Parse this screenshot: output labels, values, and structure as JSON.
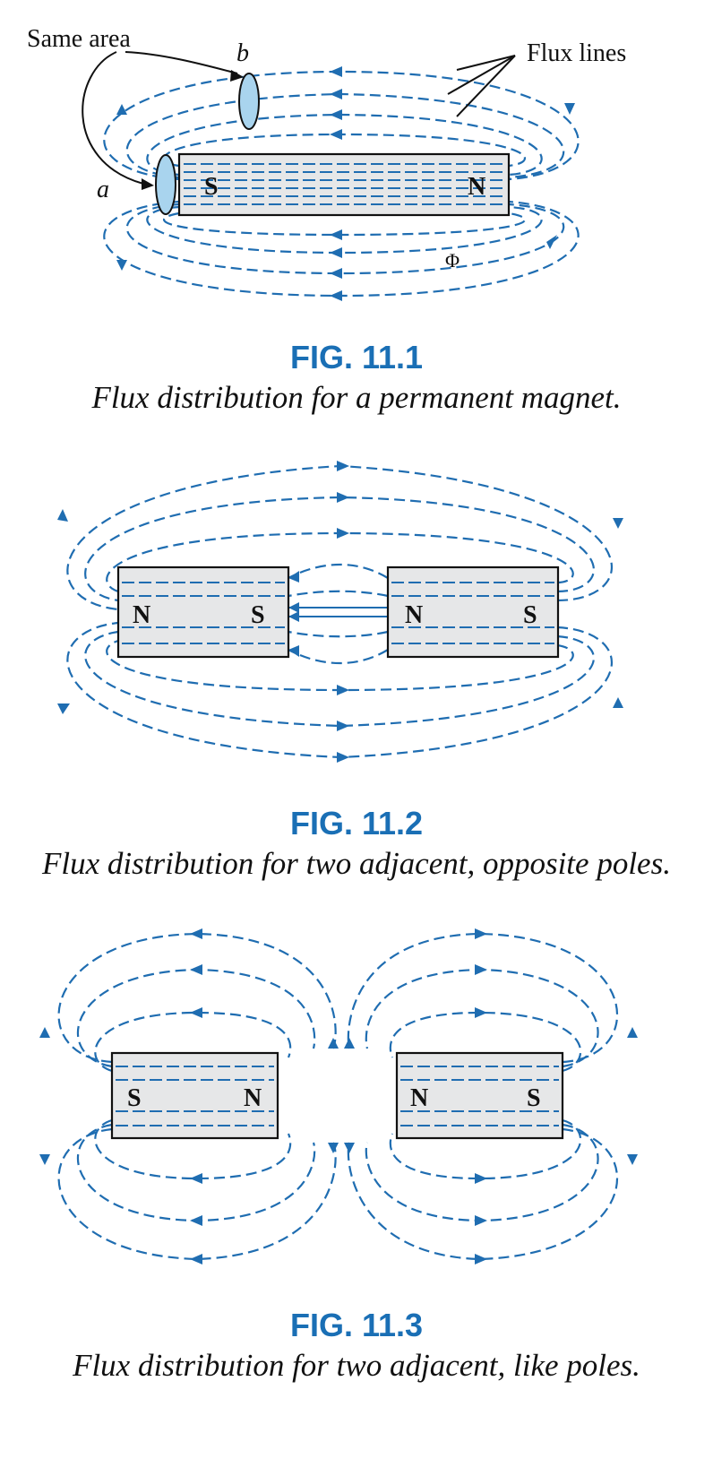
{
  "figures": [
    {
      "number": "FIG. 11.1",
      "caption": "Flux distribution for a permanent magnet.",
      "labels": {
        "same_area": "Same area",
        "flux_lines": "Flux lines",
        "a": "a",
        "b": "b",
        "phi": "Φ"
      },
      "magnets": [
        {
          "left_pole": "S",
          "right_pole": "N"
        }
      ]
    },
    {
      "number": "FIG. 11.2",
      "caption": "Flux distribution for two adjacent, opposite poles.",
      "magnets": [
        {
          "left_pole": "N",
          "right_pole": "S"
        },
        {
          "left_pole": "N",
          "right_pole": "S"
        }
      ]
    },
    {
      "number": "FIG. 11.3",
      "caption": "Flux distribution for two adjacent, like poles.",
      "magnets": [
        {
          "left_pole": "S",
          "right_pole": "N"
        },
        {
          "left_pole": "N",
          "right_pole": "S"
        }
      ]
    }
  ],
  "colors": {
    "flux": "#1f6db1",
    "caption_number": "#1a6fb5",
    "magnet_fill": "#e6e7e8"
  }
}
